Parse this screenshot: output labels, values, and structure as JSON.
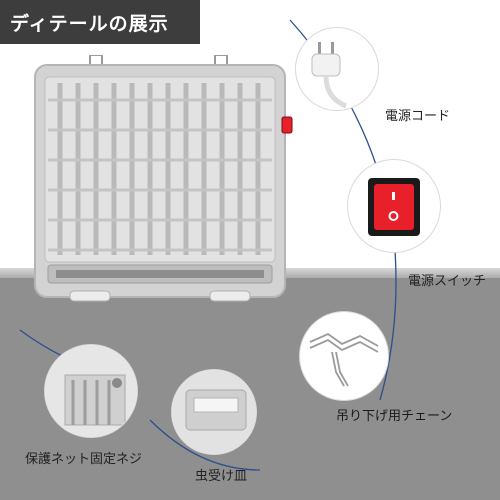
{
  "header": {
    "title": "ディテールの展示"
  },
  "callouts": {
    "power_cord": "電源コード",
    "power_switch": "電源スイッチ",
    "hanging_chain": "吊り下げ用チェーン",
    "protective_net_screw": "保護ネット固定ネジ",
    "insect_tray": "虫受け皿"
  },
  "colors": {
    "header_bg": "#3d3d3d",
    "switch_red": "#e8202a",
    "device_gray": "#c9c9c9",
    "arc_blue": "#2b4f8f"
  }
}
